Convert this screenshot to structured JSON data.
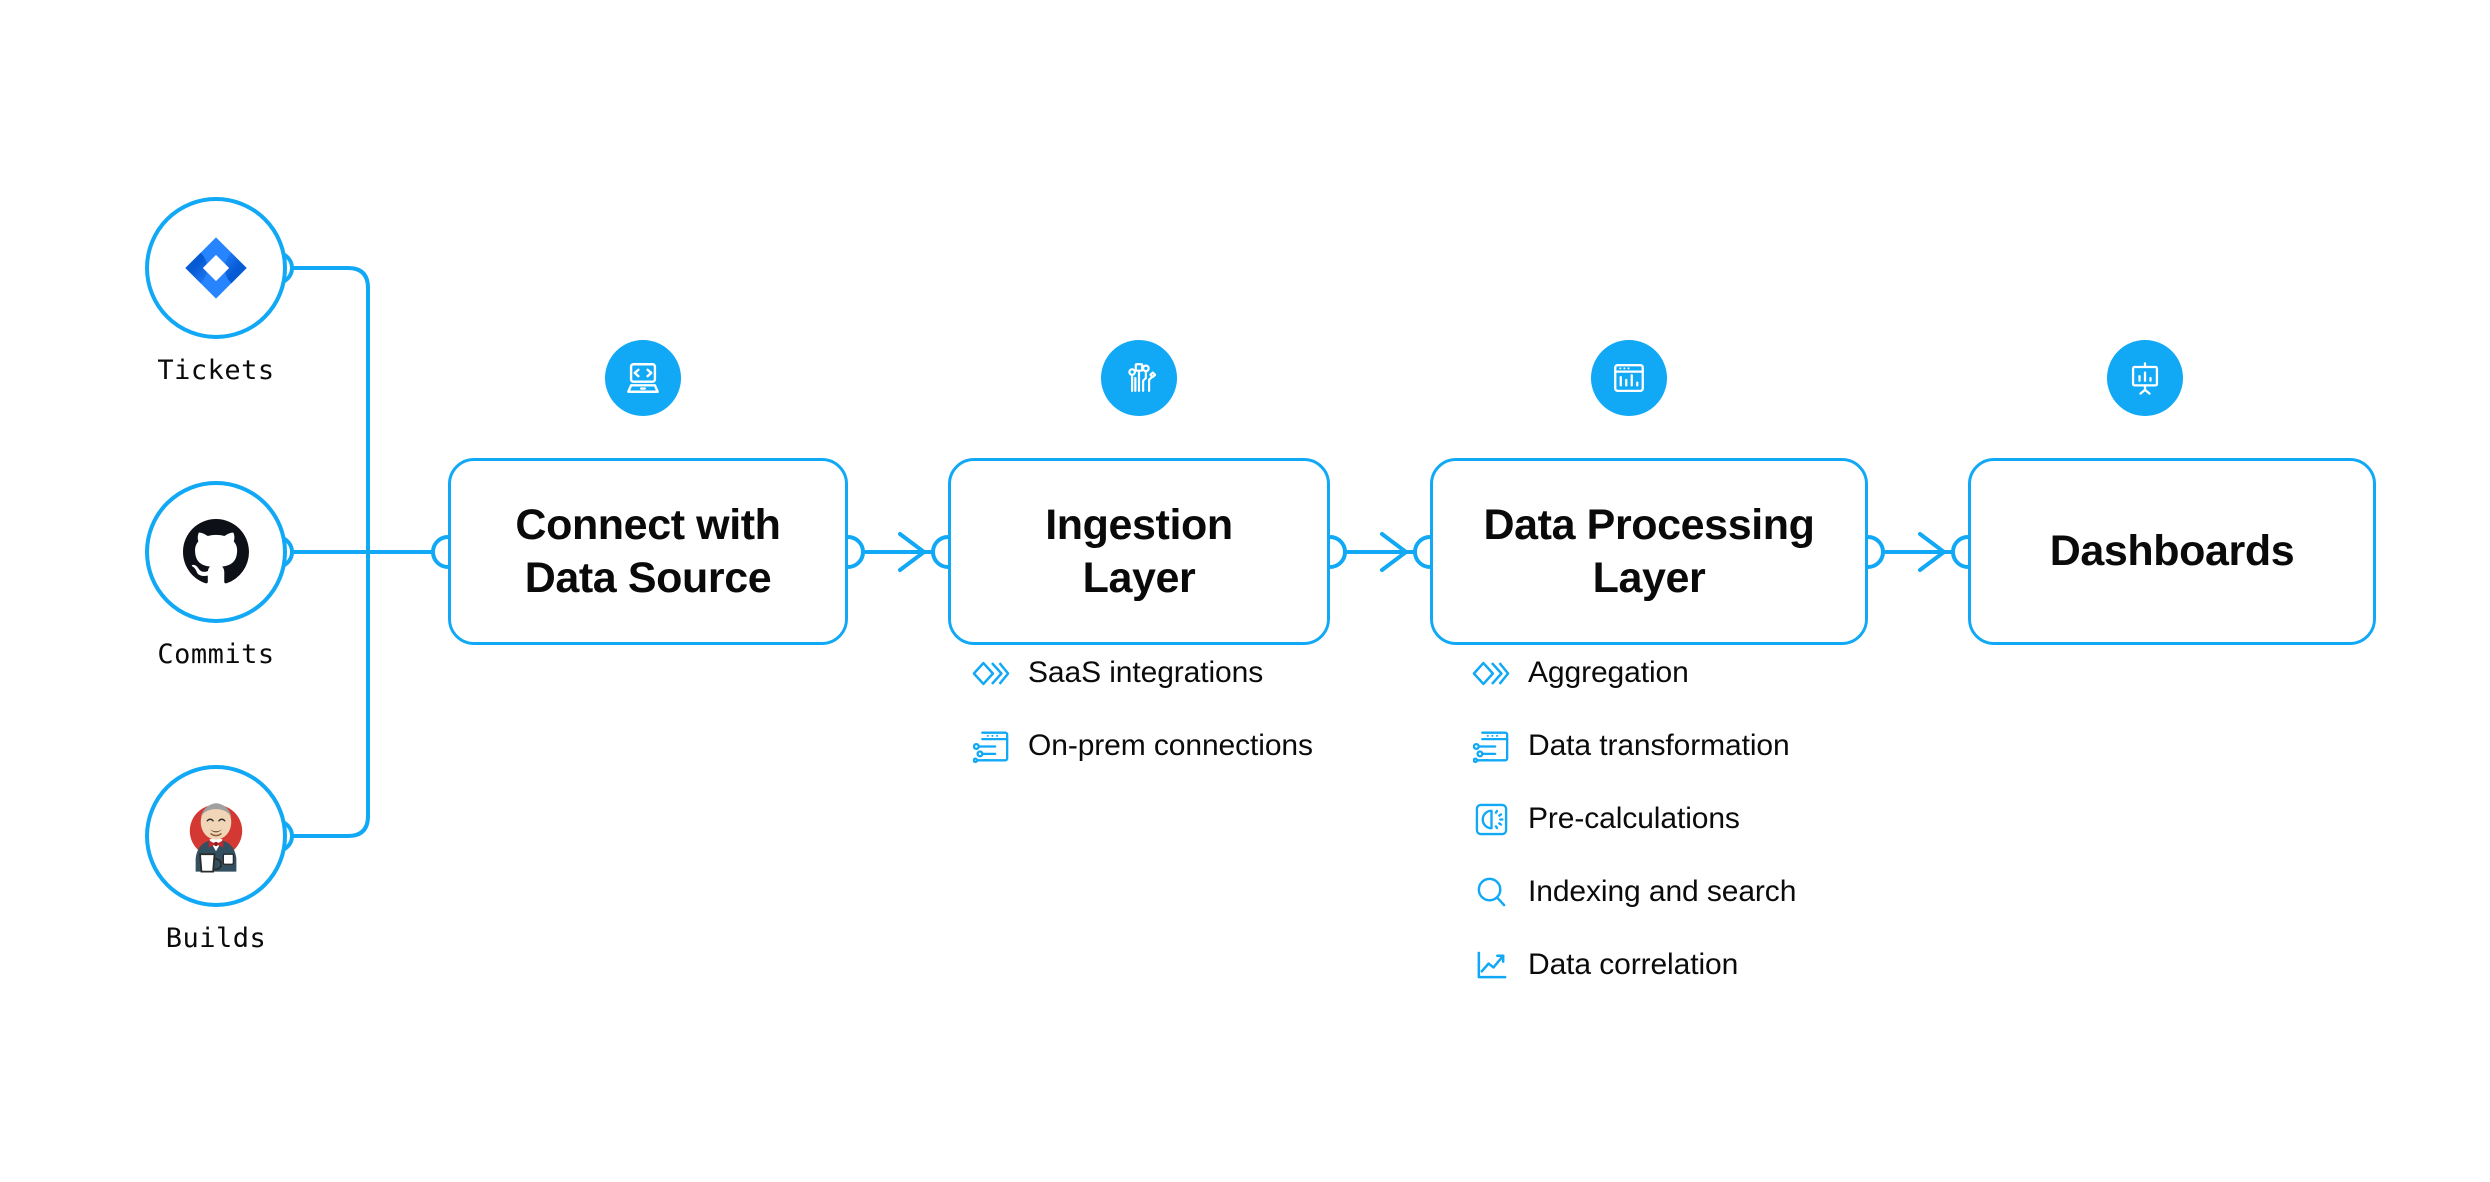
{
  "theme": {
    "accent": "#11A8F5",
    "text": "#0b0b0b",
    "background": "#ffffff",
    "jira_blue": "#2684FF",
    "github_black": "#0d1117",
    "jenkins_red": "#D33833"
  },
  "sources": [
    {
      "label": "Tickets",
      "icon": "jira-logo-icon"
    },
    {
      "label": "Commits",
      "icon": "github-logo-icon"
    },
    {
      "label": "Builds",
      "icon": "jenkins-logo-icon"
    }
  ],
  "stages": [
    {
      "title": "Connect with\nData Source",
      "icon": "laptop-code-icon",
      "features": []
    },
    {
      "title": "Ingestion\nLayer",
      "icon": "circuit-nodes-icon",
      "features": [
        {
          "label": "SaaS integrations",
          "icon": "layered-chevrons-icon"
        },
        {
          "label": "On-prem connections",
          "icon": "window-sliders-icon"
        }
      ]
    },
    {
      "title": "Data Processing\nLayer",
      "icon": "window-barchart-icon",
      "features": [
        {
          "label": "Aggregation",
          "icon": "layered-chevrons-icon"
        },
        {
          "label": "Data transformation",
          "icon": "window-sliders-icon"
        },
        {
          "label": "Pre-calculations",
          "icon": "gauge-square-icon"
        },
        {
          "label": "Indexing and search",
          "icon": "magnifier-icon"
        },
        {
          "label": "Data correlation",
          "icon": "line-chart-icon"
        }
      ]
    },
    {
      "title": "Dashboards",
      "icon": "presentation-chart-icon",
      "features": []
    }
  ],
  "flow": {
    "arrows": [
      "arrow-connect-to-ingestion",
      "arrow-ingestion-to-processing",
      "arrow-processing-to-dashboards"
    ]
  }
}
